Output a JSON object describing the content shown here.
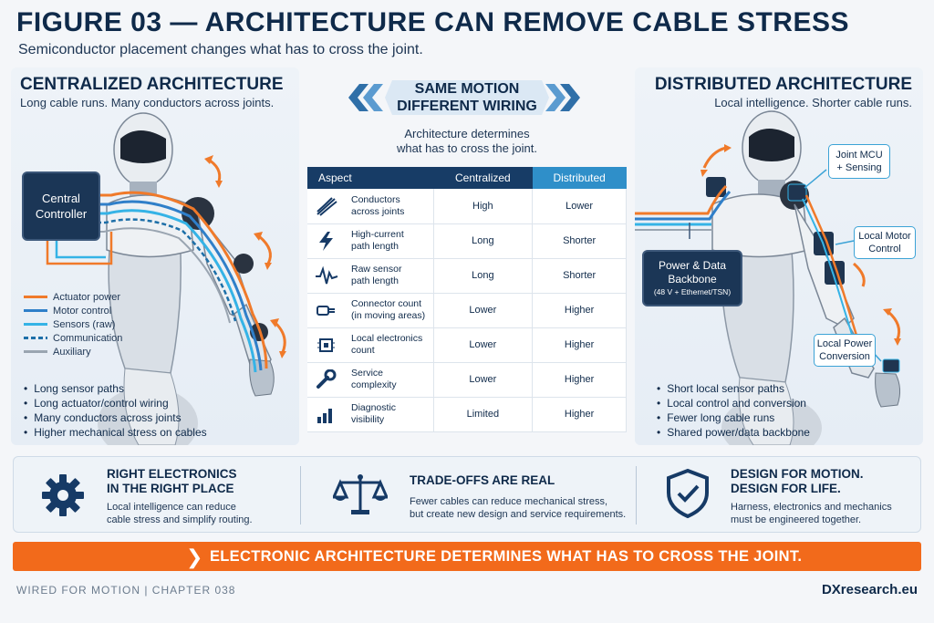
{
  "header": {
    "title": "FIGURE 03 — ARCHITECTURE CAN REMOVE CABLE STRESS",
    "subtitle": "Semiconductor placement changes what has to cross the joint."
  },
  "left_panel": {
    "title": "CENTRALIZED ARCHITECTURE",
    "subtitle": "Long cable runs. Many conductors across joints.",
    "controller_label": "Central Controller",
    "legend": [
      {
        "label": "Actuator power",
        "color": "#f07a2a",
        "style": "solid"
      },
      {
        "label": "Motor control",
        "color": "#2f7fc9",
        "style": "solid"
      },
      {
        "label": "Sensors (raw)",
        "color": "#35b3e6",
        "style": "solid"
      },
      {
        "label": "Communication",
        "color": "#1d6fa8",
        "style": "dashed"
      },
      {
        "label": "Auxiliary",
        "color": "#9aa5b1",
        "style": "solid"
      }
    ],
    "bullets": [
      "Long sensor paths",
      "Long actuator/control wiring",
      "Many conductors across joints",
      "Higher mechanical stress on cables"
    ]
  },
  "center": {
    "heading_line1": "SAME MOTION",
    "heading_line2": "DIFFERENT WIRING",
    "sub_line1": "Architecture determines",
    "sub_line2": "what has to cross the joint.",
    "table": {
      "headers": [
        "Aspect",
        "Centralized",
        "Distributed"
      ],
      "rows": [
        {
          "icon": "cable-bundle-icon",
          "aspect_line1": "Conductors",
          "aspect_line2": "across joints",
          "centralized": "High",
          "distributed": "Lower"
        },
        {
          "icon": "lightning-icon",
          "aspect_line1": "High-current",
          "aspect_line2": "path length",
          "centralized": "Long",
          "distributed": "Shorter"
        },
        {
          "icon": "waveform-icon",
          "aspect_line1": "Raw sensor",
          "aspect_line2": "path length",
          "centralized": "Long",
          "distributed": "Shorter"
        },
        {
          "icon": "connector-icon",
          "aspect_line1": "Connector count",
          "aspect_line2": "(in moving areas)",
          "centralized": "Lower",
          "distributed": "Higher"
        },
        {
          "icon": "chip-icon",
          "aspect_line1": "Local electronics",
          "aspect_line2": "count",
          "centralized": "Lower",
          "distributed": "Higher"
        },
        {
          "icon": "wrench-icon",
          "aspect_line1": "Service",
          "aspect_line2": "complexity",
          "centralized": "Lower",
          "distributed": "Higher"
        },
        {
          "icon": "bar-chart-icon",
          "aspect_line1": "Diagnostic",
          "aspect_line2": "visibility",
          "centralized": "Limited",
          "distributed": "Higher"
        }
      ]
    }
  },
  "right_panel": {
    "title": "DISTRIBUTED ARCHITECTURE",
    "subtitle": "Local intelligence. Shorter cable runs.",
    "callouts": {
      "joint_mcu_line1": "Joint MCU",
      "joint_mcu_line2": "+ Sensing",
      "local_motor_line1": "Local Motor",
      "local_motor_line2": "Control",
      "local_power_line1": "Local Power",
      "local_power_line2": "Conversion",
      "backbone_line1": "Power & Data",
      "backbone_line2": "Backbone",
      "backbone_note": "(48 V + Ethernet/TSN)"
    },
    "bullets": [
      "Short local sensor paths",
      "Local control and conversion",
      "Fewer long cable runs",
      "Shared power/data backbone"
    ]
  },
  "features": [
    {
      "icon": "gear-icon",
      "title_line1": "RIGHT ELECTRONICS",
      "title_line2": "IN THE RIGHT PLACE",
      "text_line1": "Local intelligence can reduce",
      "text_line2": "cable stress and simplify routing."
    },
    {
      "icon": "scales-icon",
      "title_line1": "TRADE-OFFS ARE REAL",
      "title_line2": "",
      "text_line1": "Fewer cables can reduce mechanical stress,",
      "text_line2": "but create new design and service requirements."
    },
    {
      "icon": "shield-check-icon",
      "title_line1": "DESIGN FOR MOTION.",
      "title_line2": "DESIGN FOR LIFE.",
      "text_line1": "Harness, electronics and mechanics",
      "text_line2": "must be engineered together."
    }
  ],
  "banner": {
    "text": "ELECTRONIC ARCHITECTURE DETERMINES WHAT HAS TO CROSS THE JOINT."
  },
  "footer": {
    "left": "WIRED FOR MOTION  |  CHAPTER 038",
    "right": "DXresearch.eu"
  },
  "colors": {
    "navy": "#0f2a4a",
    "orange": "#f26a1b",
    "blue": "#2f8fc9"
  }
}
